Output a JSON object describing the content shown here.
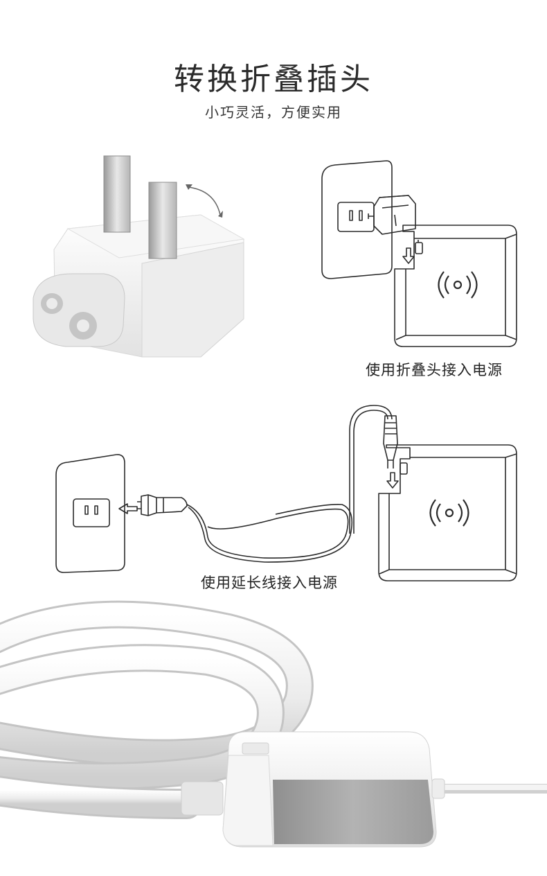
{
  "header": {
    "title": "转换折叠插头",
    "subtitle": "小巧灵活，方便实用"
  },
  "diagram_fold": {
    "caption": "使用折叠头接入电源",
    "icons": [
      "wall-outlet-icon",
      "fold-plug-icon",
      "charger-icon",
      "wireless-signal-icon",
      "arrow-down-icon"
    ]
  },
  "diagram_cable": {
    "caption": "使用延长线接入电源",
    "icons": [
      "wall-outlet-icon",
      "arrow-left-icon",
      "plug-icon",
      "cable-icon",
      "charger-icon",
      "wireless-signal-icon",
      "arrow-down-icon"
    ]
  },
  "colors": {
    "line": "#2b2b2b",
    "product_white": "#f2f2f2",
    "product_shadow": "#c9c9c9",
    "product_gray_band": "#a8a8a8"
  }
}
